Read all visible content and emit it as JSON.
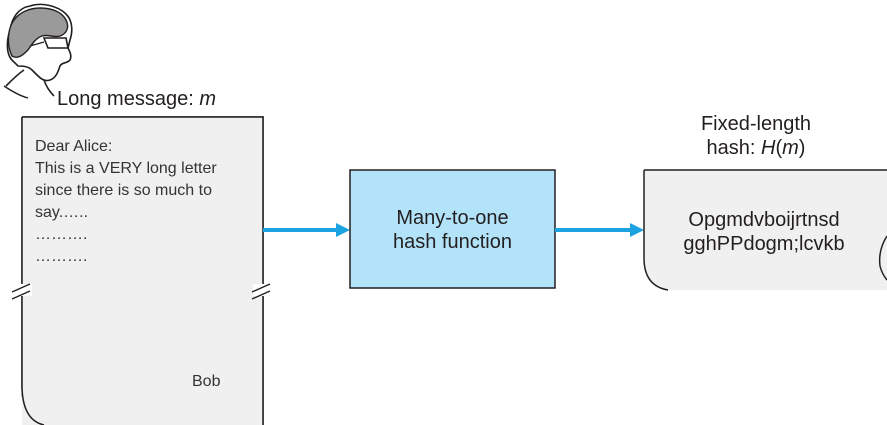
{
  "sender": {
    "avatar": "person-with-glasses",
    "caption_text": "Long message: ",
    "caption_var": "m"
  },
  "letter": {
    "lines": [
      "Dear Alice:",
      "This is a VERY long letter",
      "since there is so much to",
      "say.…..",
      "……….",
      "………."
    ],
    "signature": "Bob"
  },
  "hash_box": {
    "line1": "Many-to-one",
    "line2": "hash function"
  },
  "output": {
    "heading_line1": "Fixed-length",
    "heading_prefix": "hash: ",
    "heading_func": "H",
    "heading_open": "(",
    "heading_var": "m",
    "heading_close": ")",
    "lines": [
      "Opgmdvboijrtnsd",
      "gghPPdogm;lcvkb"
    ]
  },
  "colors": {
    "arrow": "#1aa3e0",
    "hash_fill": "#b3e3f8",
    "paper_fill": "#f0f0f0",
    "stroke": "#231f20"
  }
}
